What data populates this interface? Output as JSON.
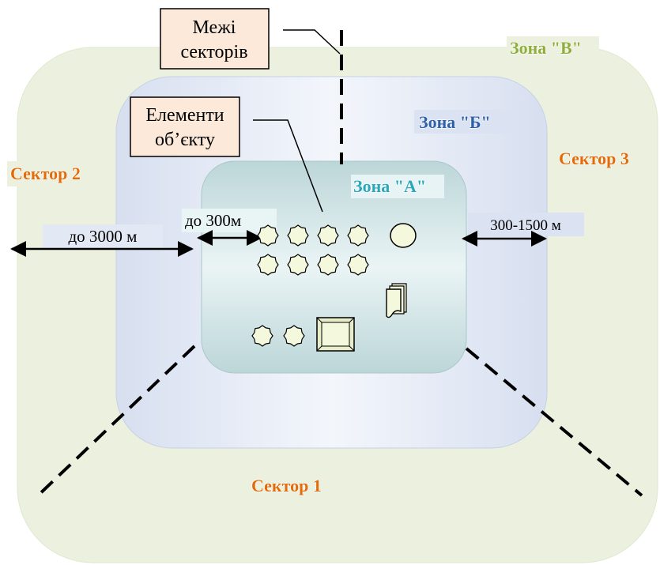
{
  "zones": {
    "a": {
      "label": "Зона \"А\"",
      "color": "#2aa7b8"
    },
    "b": {
      "label": "Зона \"Б\"",
      "color": "#2f5fa8"
    },
    "c": {
      "label": "Зона \"В\"",
      "color": "#8fae3c"
    }
  },
  "sectors": {
    "s1": {
      "label": "Сектор 1"
    },
    "s2": {
      "label": "Сектор 2"
    },
    "s3": {
      "label": "Сектор 3"
    },
    "color": "#e36c0a"
  },
  "callouts": {
    "boundaries": {
      "line1": "Межі",
      "line2": "секторів"
    },
    "elements": {
      "line1": "Елементи",
      "line2": "об’єкту"
    }
  },
  "distances": {
    "zone_a": "до 300м",
    "zone_b": "300-1500 м",
    "zone_c": "до 3000 м"
  },
  "colors": {
    "zone_c_fill": "#ebf1de",
    "zone_b_fill": "#e3e9f4",
    "zone_a_fill": "#d6eaea",
    "callout_box_fill": "#fde9d9",
    "element_fill": "#f4f8dc",
    "divider": "#000000"
  }
}
